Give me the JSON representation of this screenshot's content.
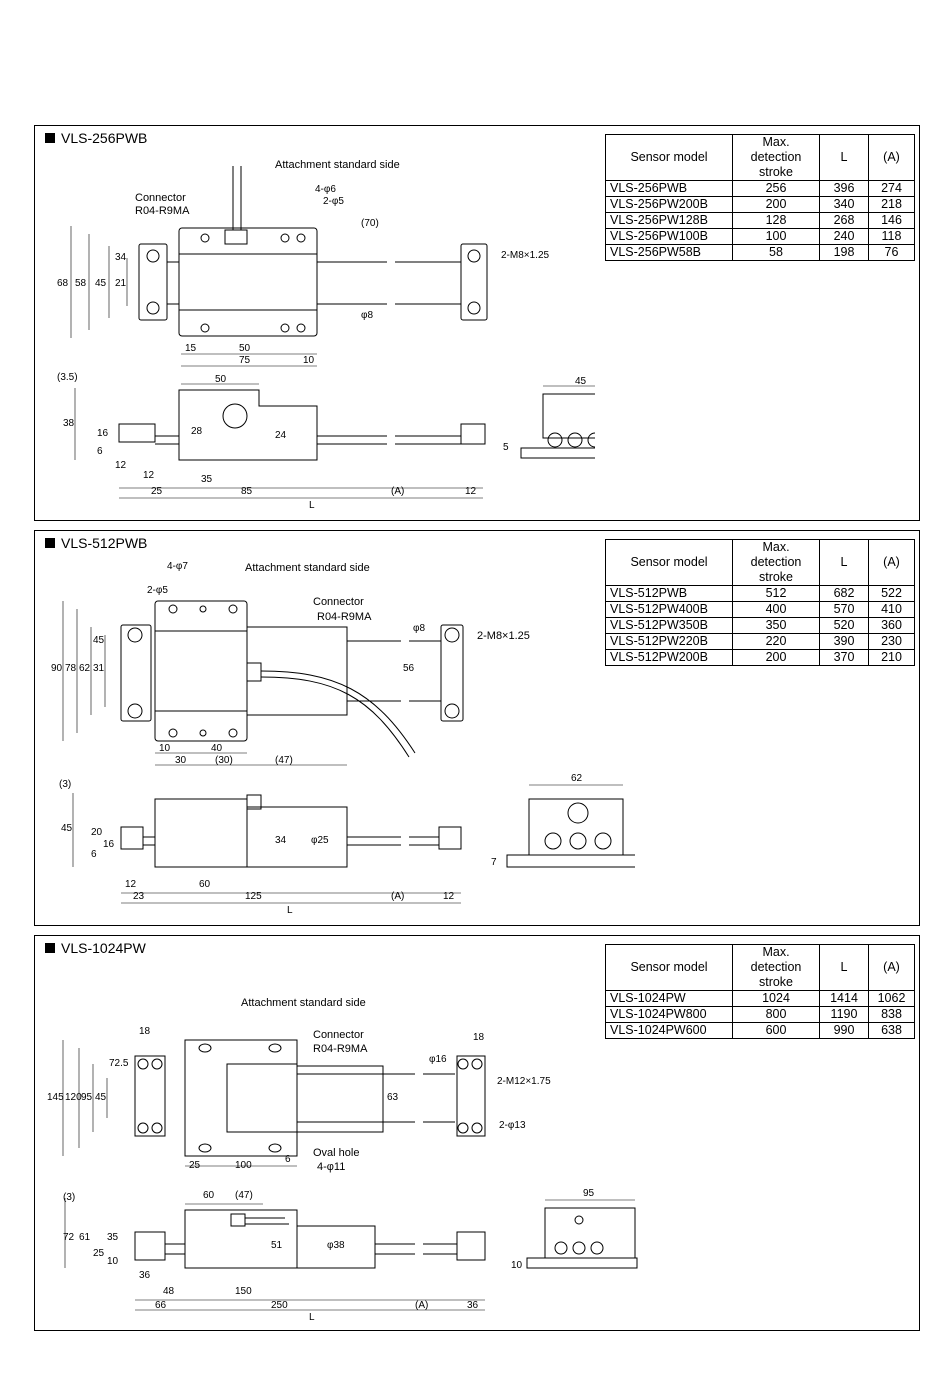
{
  "table_headers": [
    "Sensor model",
    "Max. detection stroke",
    "L",
    "(A)"
  ],
  "sections": [
    {
      "title": "VLS-256PWB",
      "rows": [
        [
          "VLS-256PWB",
          "256",
          "396",
          "274"
        ],
        [
          "VLS-256PW200B",
          "200",
          "340",
          "218"
        ],
        [
          "VLS-256PW128B",
          "128",
          "268",
          "146"
        ],
        [
          "VLS-256PW100B",
          "100",
          "240",
          "118"
        ],
        [
          "VLS-256PW58B",
          "58",
          "198",
          "76"
        ]
      ],
      "notes": {
        "attach": "Attachment standard side",
        "connector": "Connector",
        "connector_model": "R04-R9MA",
        "thread": "2-M8×1.25",
        "holes1": "4-φ6",
        "holes2": "2-φ5"
      },
      "dims": {
        "d68": "68",
        "d58": "58",
        "d45": "45",
        "d34": "34",
        "d21": "21",
        "d70": "(70)",
        "d8": "φ8",
        "d15": "15",
        "d50": "50",
        "d75": "75",
        "d10": "10",
        "d35s": "(3.5)",
        "d50b": "50",
        "d38": "38",
        "d16": "16",
        "d6": "6",
        "d12a": "12",
        "d28": "28",
        "d24": "24",
        "d12b": "12",
        "d35": "35",
        "d25": "25",
        "d85": "85",
        "dA": "(A)",
        "d12c": "12",
        "dL": "L",
        "d45e": "45",
        "d5": "5"
      }
    },
    {
      "title": "VLS-512PWB",
      "rows": [
        [
          "VLS-512PWB",
          "512",
          "682",
          "522"
        ],
        [
          "VLS-512PW400B",
          "400",
          "570",
          "410"
        ],
        [
          "VLS-512PW350B",
          "350",
          "520",
          "360"
        ],
        [
          "VLS-512PW220B",
          "220",
          "390",
          "230"
        ],
        [
          "VLS-512PW200B",
          "200",
          "370",
          "210"
        ]
      ],
      "notes": {
        "attach": "Attachment standard side",
        "connector": "Connector",
        "connector_model": "R04-R9MA",
        "thread": "2-M8×1.25",
        "holes1": "4-φ7",
        "holes2": "2-φ5"
      },
      "dims": {
        "d90": "90",
        "d78": "78",
        "d62": "62",
        "d45": "45",
        "d31": "31",
        "d8": "φ8",
        "d56": "56",
        "d10": "10",
        "d40": "40",
        "d30": "30",
        "d30p": "(30)",
        "d47": "(47)",
        "d3": "(3)",
        "d45b": "45",
        "d20": "20",
        "d6": "6",
        "d16": "16",
        "d34": "34",
        "d25": "φ25",
        "d12a": "12",
        "d60": "60",
        "d23": "23",
        "d125": "125",
        "dA": "(A)",
        "d12b": "12",
        "dL": "L",
        "d62e": "62",
        "d7": "7"
      }
    },
    {
      "title": "VLS-1024PW",
      "rows": [
        [
          "VLS-1024PW",
          "1024",
          "1414",
          "1062"
        ],
        [
          "VLS-1024PW800",
          "800",
          "1190",
          "838"
        ],
        [
          "VLS-1024PW600",
          "600",
          "990",
          "638"
        ]
      ],
      "notes": {
        "attach": "Attachment standard side",
        "connector": "Connector",
        "connector_model": "R04-R9MA",
        "thread": "2-M12×1.75",
        "holes13": "2-φ13",
        "oval": "Oval hole",
        "oval_holes": "4-φ11"
      },
      "dims": {
        "d18a": "18",
        "d18b": "18",
        "d145": "145",
        "d120": "120",
        "d95": "95",
        "d72": "72.5",
        "d45": "45",
        "d16": "φ16",
        "d63": "63",
        "d25": "25",
        "d100": "100",
        "d6": "6",
        "d60": "60",
        "d47": "(47)",
        "d3": "(3)",
        "d72b": "72",
        "d61": "61",
        "d35": "35",
        "d25b": "25",
        "d10": "10",
        "d51": "51",
        "d38": "φ38",
        "d36a": "36",
        "d48": "48",
        "d150": "150",
        "d66": "66",
        "d250": "250",
        "dA": "(A)",
        "d36b": "36",
        "dL": "L",
        "d95e": "95",
        "d10e": "10"
      }
    }
  ]
}
